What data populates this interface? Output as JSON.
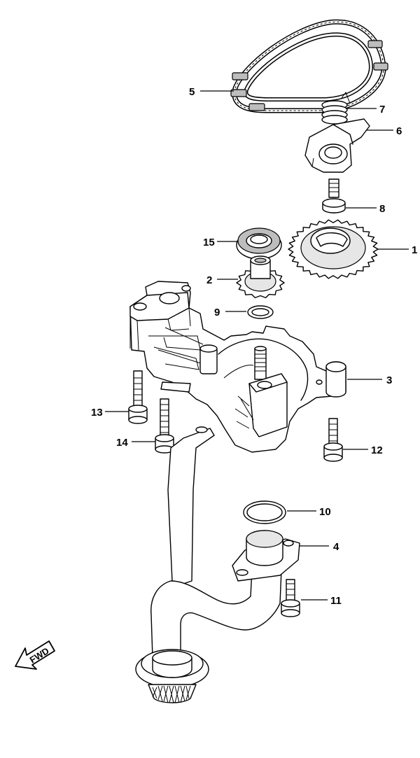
{
  "diagram": {
    "callouts": [
      {
        "id": "c1",
        "label": "1"
      },
      {
        "id": "c2",
        "label": "2"
      },
      {
        "id": "c3",
        "label": "3"
      },
      {
        "id": "c4",
        "label": "4"
      },
      {
        "id": "c5",
        "label": "5"
      },
      {
        "id": "c6",
        "label": "6"
      },
      {
        "id": "c7",
        "label": "7"
      },
      {
        "id": "c8",
        "label": "8"
      },
      {
        "id": "c9",
        "label": "9"
      },
      {
        "id": "c10",
        "label": "10"
      },
      {
        "id": "c11",
        "label": "11"
      },
      {
        "id": "c12",
        "label": "12"
      },
      {
        "id": "c13",
        "label": "13"
      },
      {
        "id": "c14",
        "label": "14"
      },
      {
        "id": "c15",
        "label": "15"
      }
    ],
    "direction_label": "FWD"
  }
}
